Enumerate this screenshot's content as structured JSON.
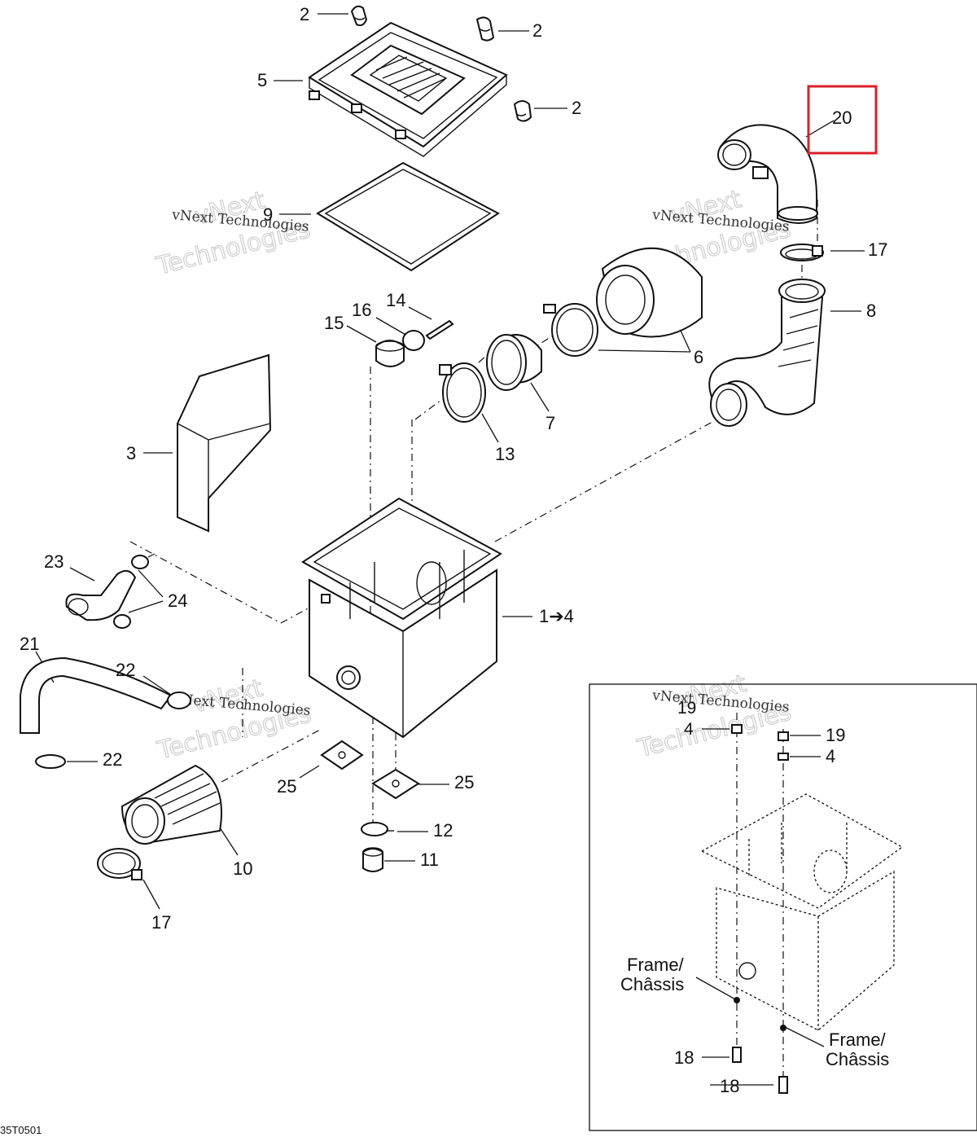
{
  "callouts": [
    {
      "id": "c-2a",
      "text": "2"
    },
    {
      "id": "c-2b",
      "text": "2"
    },
    {
      "id": "c-2c",
      "text": "2"
    },
    {
      "id": "c-5",
      "text": "5"
    },
    {
      "id": "c-20",
      "text": "20"
    },
    {
      "id": "c-9",
      "text": "9"
    },
    {
      "id": "c-17a",
      "text": "17"
    },
    {
      "id": "c-14",
      "text": "14"
    },
    {
      "id": "c-16",
      "text": "16"
    },
    {
      "id": "c-15",
      "text": "15"
    },
    {
      "id": "c-8",
      "text": "8"
    },
    {
      "id": "c-6",
      "text": "6"
    },
    {
      "id": "c-7",
      "text": "7"
    },
    {
      "id": "c-13",
      "text": "13"
    },
    {
      "id": "c-3",
      "text": "3"
    },
    {
      "id": "c-23",
      "text": "23"
    },
    {
      "id": "c-24",
      "text": "24"
    },
    {
      "id": "c-1-4",
      "text": "1➔4"
    },
    {
      "id": "c-21",
      "text": "21"
    },
    {
      "id": "c-22a",
      "text": "22"
    },
    {
      "id": "c-22b",
      "text": "22"
    },
    {
      "id": "c-25a",
      "text": "25"
    },
    {
      "id": "c-25b",
      "text": "25"
    },
    {
      "id": "c-12",
      "text": "12"
    },
    {
      "id": "c-11",
      "text": "11"
    },
    {
      "id": "c-10",
      "text": "10"
    },
    {
      "id": "c-17b",
      "text": "17"
    },
    {
      "id": "c-19a",
      "text": "19"
    },
    {
      "id": "c-4a",
      "text": "4"
    },
    {
      "id": "c-19b",
      "text": "19"
    },
    {
      "id": "c-4b",
      "text": "4"
    },
    {
      "id": "c-18a",
      "text": "18"
    },
    {
      "id": "c-18b",
      "text": "18"
    }
  ],
  "frame_labels": {
    "left_line1": "Frame/",
    "left_line2": "Châssis",
    "right_line1": "Frame/",
    "right_line2": "Châssis"
  },
  "watermark": {
    "line": "vNext Technologies",
    "big_1": "vNext",
    "big_2": "Technologies"
  },
  "drawing_code": "35T0501",
  "highlight": {
    "target": "20",
    "color": "#d9202a"
  }
}
